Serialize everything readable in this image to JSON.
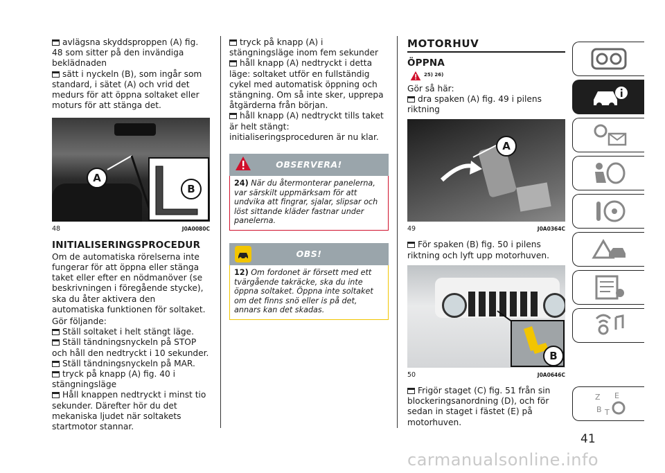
{
  "col1": {
    "b1": "avlägsna skyddsproppen (A) fig. 48 som sitter på den invändiga beklädnaden",
    "b2": "sätt i nyckeln (B), som ingår som standard, i sätet (A) och vrid det medurs för att öppna soltaket eller moturs för att stänga det.",
    "fig_label_a": "A",
    "fig_label_b": "B",
    "fig_num": "48",
    "fig_code": "J0A0080C",
    "heading": "INITIALISERINGSPROCEDUR",
    "p1": "Om de automatiska rörelserna inte fungerar för att öppna eller stänga taket eller efter en nödmanöver (se beskrivningen i föregående stycke), ska du åter aktivera den automatiska funktionen för soltaket.",
    "p2": "Gör följande:",
    "s1": "Ställ soltaket i helt stängt läge.",
    "s2": "Ställ tändningsnyckeln på STOP och håll den nedtryckt i 10 sekunder.",
    "s3": "Ställ tändningsnyckeln på MAR.",
    "s4": "tryck på knapp (A) fig. 40 i stängningsläge",
    "s5": "Håll knappen nedtryckt i minst tio sekunder. Därefter hör du det mekaniska ljudet när soltakets startmotor stannar."
  },
  "col2": {
    "s6": "tryck på knapp (A) i stängningsläge inom fem sekunder",
    "s7": "håll knapp (A) nedtryckt i detta läge: soltaket utför en fullständig cykel med automatisk öppning och stängning. Om så inte sker, upprepa åtgärderna från början.",
    "s8": "håll knapp (A) nedtryckt tills taket är helt stängt: initialiseringsproceduren är nu klar.",
    "note1_title": "OBSERVERA!",
    "note1_num": "24)",
    "note1_text": "När du återmonterar panelerna, var särskilt uppmärksam för att undvika att fingrar, sjalar, slipsar och löst sittande kläder fastnar under panelerna.",
    "note2_title": "OBS!",
    "note2_num": "12)",
    "note2_text": "Om fordonet är försett med ett tvärgående takräcke, ska du inte öppna soltaket. Öppna inte soltaket om det finns snö eller is på det, annars kan det skadas."
  },
  "col3": {
    "heading": "MOTORHUV",
    "subheading": "ÖPPNA",
    "refs": "25)  26)",
    "p1": "Gör så här:",
    "b1": "dra spaken (A) fig. 49 i pilens riktning",
    "fig49_label": "A",
    "fig49_num": "49",
    "fig49_code": "J0A0364C",
    "b2": "För spaken (B) fig. 50 i pilens riktning och lyft upp motorhuven.",
    "fig50_label": "B",
    "fig50_num": "50",
    "fig50_code": "J0A0646C",
    "b3": "Frigör staget (C) fig. 51 från sin blockeringsanordning (D), och för sedan in staget i fästet (E) på motorhuven."
  },
  "page_number": "41",
  "watermark": "carmanualsonline.info",
  "sidebar_icons": [
    "dashboard-icon",
    "car-info-icon",
    "lights-icon",
    "safety-icon",
    "steering-icon",
    "warning-icon",
    "maintenance-icon",
    "multimedia-icon",
    "index-icon"
  ],
  "colors": {
    "note_header": "#9aa5ab",
    "accent_red": "#d0102b",
    "warning_yellow": "#f2c500"
  }
}
